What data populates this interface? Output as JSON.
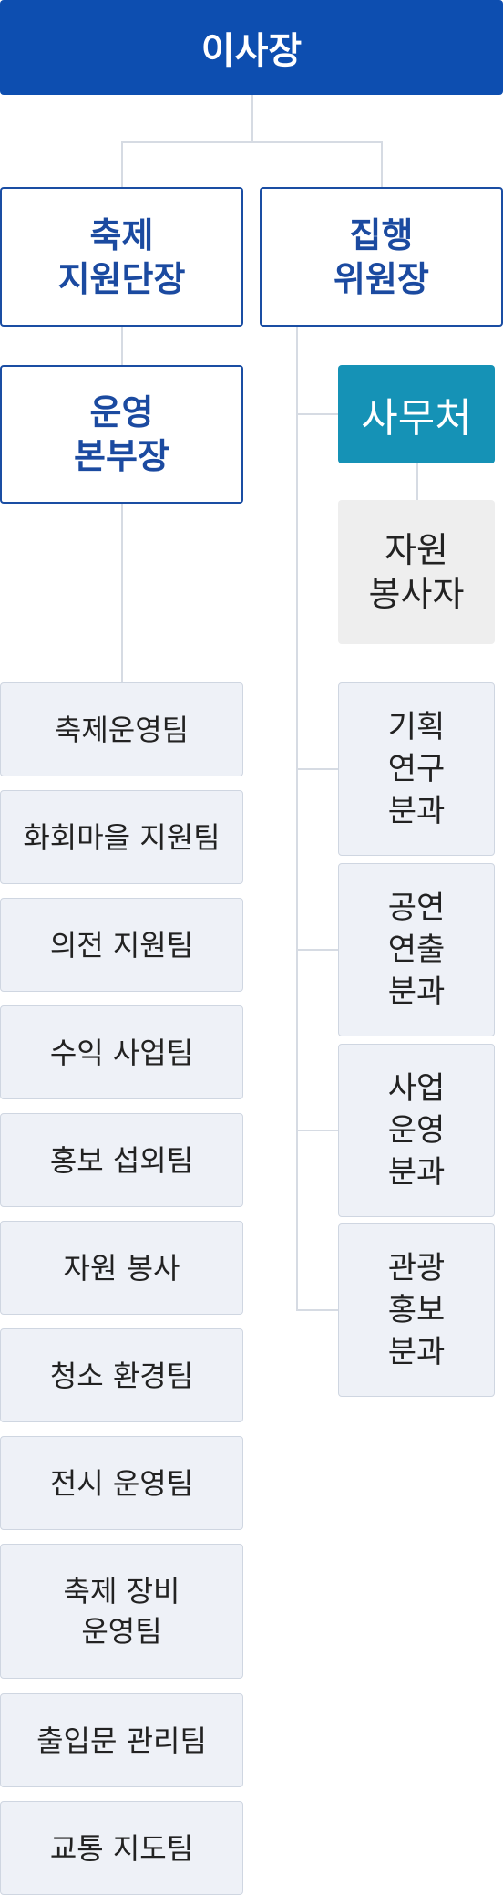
{
  "chairman": "이사장",
  "festival_director": "축제\n지원단장",
  "executive_chair": "집행\n위원장",
  "operations_head": "운영\n본부장",
  "secretariat": "사무처",
  "volunteer": "자원\n봉사자",
  "teams": [
    "축제운영팀",
    "화회마을 지원팀",
    "의전 지원팀",
    "수익 사업팀",
    "홍보 섭외팀",
    "자원 봉사",
    "청소 환경팀",
    "전시 운영팀",
    "축제 장비\n운영팀",
    "출입문 관리팀",
    "교통 지도팀"
  ],
  "divisions": [
    "기획\n연구\n분과",
    "공연\n연출\n분과",
    "사업\n운영\n분과",
    "관광\n홍보\n분과"
  ],
  "colors": {
    "primary": "#0d4eb0",
    "secretariat": "#1592b6",
    "box_bg": "#eef1f7",
    "volunteer_bg": "#eeeeee"
  }
}
